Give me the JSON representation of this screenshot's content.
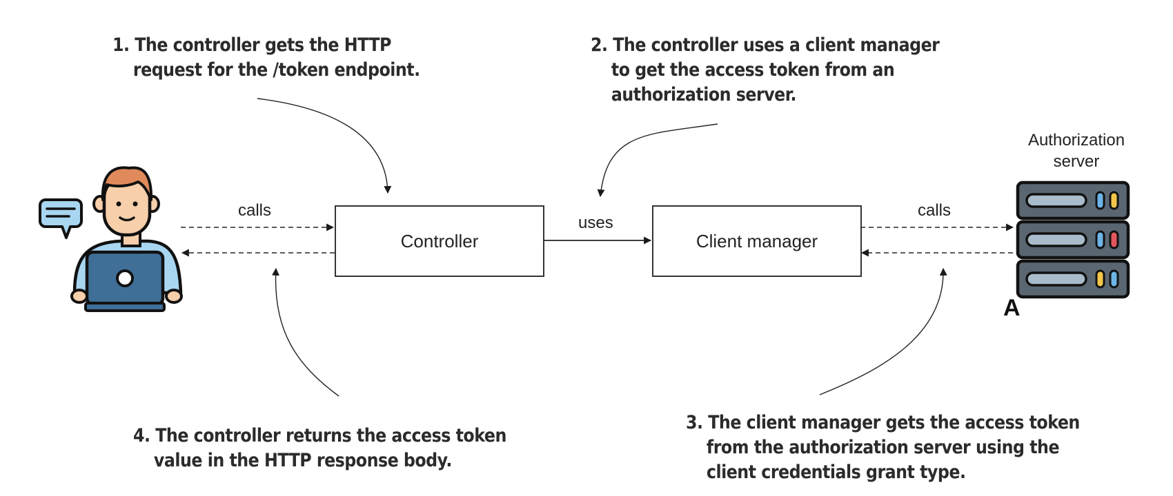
{
  "notes": {
    "step1": [
      "1. The controller gets the HTTP",
      "request for the /token endpoint."
    ],
    "step2": [
      "2. The controller uses a client manager",
      "to get the access token from an",
      "authorization server."
    ],
    "step3": [
      "3. The client manager gets the access token",
      "from the authorization server using the",
      "client credentials grant type."
    ],
    "step4": [
      "4. The controller returns the access token",
      "value in the HTTP response body."
    ]
  },
  "boxes": {
    "controller": "Controller",
    "client_manager": "Client manager"
  },
  "labels": {
    "calls_left": "calls",
    "uses": "uses",
    "calls_right": "calls",
    "auth_server": [
      "Authorization",
      "server"
    ],
    "marker": "A"
  },
  "icons": {
    "user": "user-with-laptop-icon",
    "chat": "chat-bubble-icon",
    "server": "server-rack-icon"
  },
  "colors": {
    "skin": "#f7cfaa",
    "hair": "#e08a5c",
    "shirt": "#a8d6f0",
    "laptop": "#3f6f97",
    "server_body": "#5a6672",
    "server_slot": "#a9bccb",
    "led_blue": "#6cb4e6",
    "led_yellow": "#f2c64a",
    "led_red": "#e2575b",
    "outline": "#111111"
  }
}
